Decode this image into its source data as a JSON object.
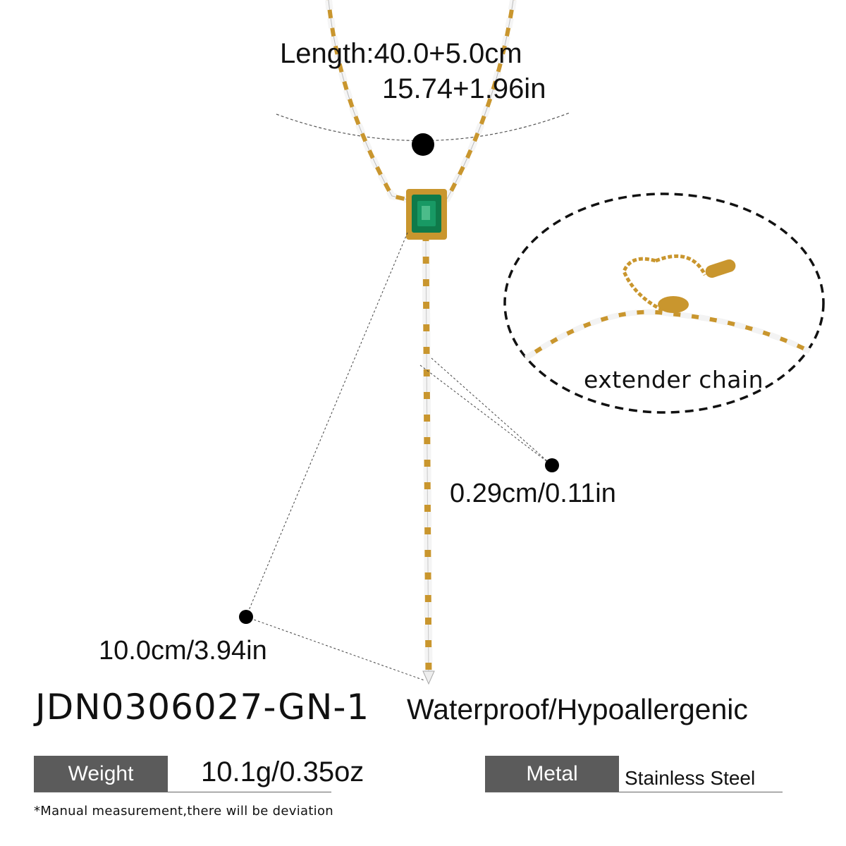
{
  "measurements": {
    "length_cm": "Length:40.0+5.0cm",
    "length_in": "15.74+1.96in",
    "extender_label": "extender chain",
    "link_width": "0.29cm/0.11in",
    "pendant_length": "10.0cm/3.94in"
  },
  "product": {
    "sku": "JDN0306027-GN-1",
    "features": "Waterproof/Hypoallergenic"
  },
  "specs": {
    "weight_label": "Weight",
    "weight_value": "10.1g/0.35oz",
    "metal_label": "Metal",
    "metal_value": "Stainless Steel"
  },
  "disclaimer": "*Manual measurement,there will be deviation",
  "colors": {
    "gold": "#c9962e",
    "emerald": "#0f7a4a",
    "label_bg": "#5b5b5b"
  }
}
